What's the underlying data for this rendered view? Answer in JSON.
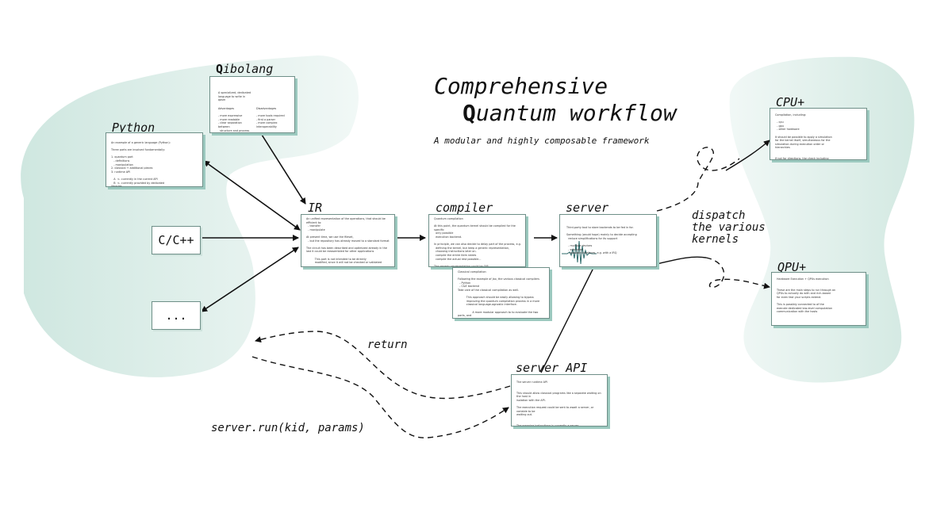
{
  "title": {
    "line1": "Comprehensive",
    "line2_initial": "Q",
    "line2_rest": "uantum workflow",
    "subtitle": "A modular and highly composable framework"
  },
  "nodes": {
    "qibolang": {
      "initial": "Q",
      "rest": "ibolang",
      "text": "A specialized, dedicated language to write in\nqasm",
      "col1": "Advantages\n\n- more expressive\n- more readable\n- clear separation between\n  structure and process",
      "col2": "Disadvantages\n\n- more tools required\n- first a parser\n- more complex interoperability"
    },
    "python": {
      "label": "Python",
      "text": "An example of a generic language (Python):\n\nThree parts are involved fundamentally:\n\n1. quantum part\n   - definitions\n   - manipulation\n2. classical + additional pieces\n3. runtime API\n\n   A  <- currently in the current API\n   B  <- currently provided by dedicated libraries\n   C  <- requires direct manipulation for compatibility"
    },
    "cpp": {
      "label": "C/C++"
    },
    "other": {
      "label": "..."
    },
    "ir": {
      "label": "IR",
      "text": "An unified representation of the operations, that should be efficient to:\n  - transfer\n  - manipulate\n\nAt present time, we use the fileset,\n  - but the repository has already moved to a standard format\n\nThe circuit has been described and optimized already in the\nlast it could be reassembled for other applications\n\n          This part is not intended to be directly\n          modified, since it will not be checked or validated\n\n          But it could allow low-tampering the operations from\n          the language APIs, and the possible backends for\n          easily passed in the compiler itself"
    },
    "compiler": {
      "label": "compiler",
      "text": "Quantum compilation\n\nAt this point, the quantum kernel should be compiled for the specific\n  only possible\n  execution backend.\n\nIn principle, we can also decide to delay part of the process, e.g.\n  defining the kernel, but keep a generic representation,\n  choosing instructions later on.\n  compile the entire item needs\n  compile the actual rest possible...\n\nThe generic representation could be QIR\n  - we are also tracking the instruction parts\n\n          QIR -> instructions\n\nWe could merge different steps for compilation\n\n                                    Nearly 100% in the MLIR..."
    },
    "classical": {
      "text": "Classical compilation\n\nFollowing the example of Jax, the various classical compilers\n  - Python\n  - C&E backend\nTake care of the classical compilation as well.\n\n          This approach should be easily allowing to bypass\n          improving the quantum compilation process in a more\n          classical language-agnostic interface.\n\n                 A more modular approach to to evaluate the two parts, and\n                 they can have an emphasis on the available optimizations\n                 for classical computation."
    },
    "server": {
      "label": "server",
      "text": "Third-party tool to store backends to be fed in for.\n\nSomething (would hope) mainly to decide accepting\n  reduce simplifications for its support\n\n  - multiple devices\n  - submitter\n  - possible interfaces, e.g. with a IRQ"
    },
    "server_api": {
      "label": "server API",
      "text": "The server runtime API\n\n\nThis should allow classical programs like a separate waiting on the host in\nisolation with the API.\n\nThe execution request could be sent to await a server, or variable to be\nwaiting out.\n\n\nThe mapping instructions is currently a server\n  + about the internal instructions + parametrization\n\n\nE.g. if everything is stuck attempting from the results in host\nprocessor updates all the time or offering different kernels"
    },
    "cpu": {
      "label": "CPU+",
      "text": "Compilation, including:\n\n  - cpu\n  - gpu\n  - other hardware\n\nIt should be possible to apply a simulation\nfor the kernel itself, simultaneous for the\nsimulation during execution order or\nhierarchies\n\n\nIf not for directions, the check including resources,\nlocation and they would, though, the simulation\n(classical operations) by about + ~ e.g. input,\ndefine/assume, etc"
    },
    "qpu": {
      "label": "QPU+",
      "text": "Hardware Execution + QPUs execution\n\n\nThese are the main steps to run through an\nQPUs to actually do with and rich-based\nfor even fast your scripts extend.\n\nThis is possibly connected to of the\nexecute dedicated low-level computation\ncommunication with the hosts"
    }
  },
  "edge_labels": {
    "dispatch_1": "dispatch",
    "dispatch_2": "the various",
    "dispatch_3": "kernels",
    "return": "return",
    "server_run": "server.run(kid, params)"
  },
  "colors": {
    "blob": "#e3f1ed",
    "card_border": "#6e8f88",
    "card_shadow": "#9cc9bf",
    "ink": "#111111"
  },
  "icons": [
    "python-logo-icon",
    "database-icon",
    "waveform-icon",
    "chip-icon",
    "atom-icon",
    "code-lines-icon"
  ]
}
